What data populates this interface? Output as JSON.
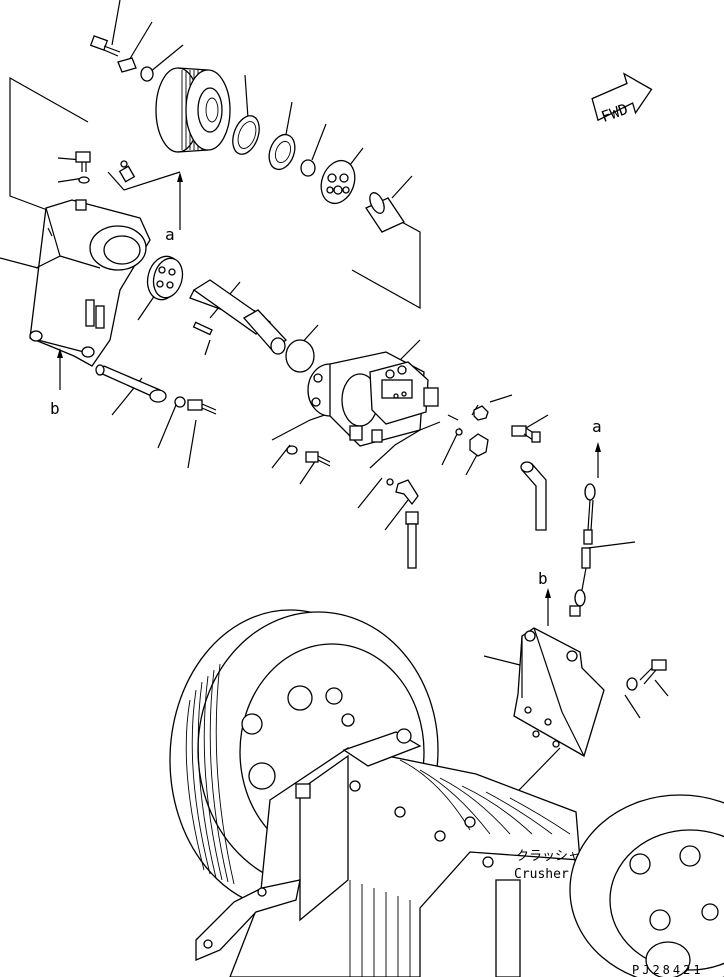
{
  "labels": {
    "a_top": "a",
    "a_right": "a",
    "b_left": "b",
    "b_right": "b",
    "crusher_jp": "クラッシャ",
    "crusher_en": "Crusher",
    "fwd": "FWD",
    "drawing_no": "PJ28421"
  }
}
